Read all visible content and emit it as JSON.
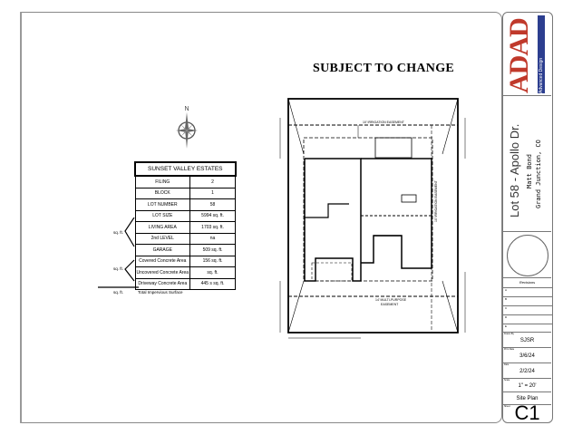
{
  "heading": "SUBJECT TO CHANGE",
  "compass": {
    "north_label": "N"
  },
  "lot_table": {
    "title": "SUNSET VALLEY ESTATES",
    "rows": [
      {
        "label": "FILING",
        "value": "2"
      },
      {
        "label": "BLOCK",
        "value": "1"
      },
      {
        "label": "LOT NUMBER",
        "value": "58"
      },
      {
        "label": "LOT SIZE",
        "value": "5994 sq. ft."
      },
      {
        "label": "LIVING AREA",
        "value": "1703 sq. ft."
      },
      {
        "label": "2nd LEVEL",
        "value": "na"
      },
      {
        "label": "GARAGE",
        "value": "509 sq. ft."
      },
      {
        "label": "Covered Concrete Area",
        "value": "156 sq. ft."
      },
      {
        "label": "Uncovered Concrete Area",
        "value": "sq. ft."
      },
      {
        "label": "Driveway Concrete Area",
        "value": "445 s sq. ft."
      }
    ],
    "sqft_1": "sq. ft.",
    "sqft_2": "sq. ft.",
    "sqft_3": "sq. ft.",
    "total_label": "Total Impervious Surface"
  },
  "plan": {
    "top_easement": "10' IRRIGATION EASEMENT",
    "right_easement": "10' IRRIGATION EASEMENT",
    "bottom_easement_1": "14' MULTI-PURPOSE",
    "bottom_easement_2": "EASEMENT"
  },
  "title_block": {
    "logo": "ADAD",
    "logo_sub": "Advanced Design",
    "project": "Lot 58 - Apollo Dr.",
    "client": "Matt Bond",
    "city": "Grand Junction, CO",
    "revisions_label": "Revisions",
    "revision_rows": [
      "A",
      "B",
      "C",
      "D",
      "E"
    ],
    "drawn_by_label": "Drawn By",
    "drawn_by": "SJSR",
    "date1_label": "Print Date",
    "date1": "3/6/24",
    "date2_label": "Date",
    "date2": "2/2/24",
    "scale_label": "Scale",
    "scale": "1\" = 20'",
    "sheet_title": "Site Plan",
    "sheet_label": "Sheet",
    "sheet": "C1",
    "colors": {
      "logo_red": "#c0392b",
      "logo_blue": "#2c3e8f"
    }
  }
}
